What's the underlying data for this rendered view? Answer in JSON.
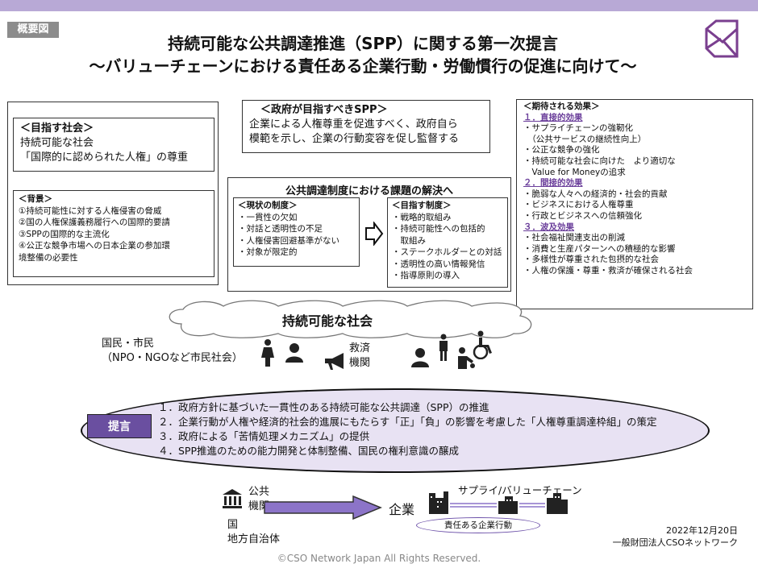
{
  "tag": "概要図",
  "title_line1": "持続可能な公共調達推進（SPP）に関する第一次提言",
  "title_line2": "〜バリューチェーンにおける責任ある企業行動・労働慣行の促進に向けて〜",
  "society": {
    "heading": "＜目指す社会＞",
    "line1": "持続可能な社会",
    "line2": "「国際的に認められた人権」の尊重"
  },
  "background": {
    "heading": "＜背景＞",
    "items": [
      "①持続可能性に対する人権侵害の脅威",
      "②国の人権保護義務履行への国際的要請",
      "③SPPの国際的な主流化",
      "④公正な競争市場への日本企業の参加環",
      "境整備の必要性"
    ]
  },
  "gov_spp": {
    "heading": "＜政府が目指すべきSPP＞",
    "line1": "企業による人権尊重を促進すべく、政府自ら",
    "line2": "模範を示し、企業の行動変容を促し監督する"
  },
  "issues": {
    "heading": "公共調達制度における課題の解決へ",
    "current_heading": "＜現状の制度＞",
    "current_items": [
      "・一貫性の欠如",
      "・対話と透明性の不足",
      "・人権侵害回避基準がない",
      "・対象が限定的"
    ],
    "target_heading": "＜目指す制度＞",
    "target_items": [
      "・戦略的取組み",
      "・持続可能性への包括的",
      "　取組み",
      "・ステークホルダーとの対話",
      "・透明性の高い情報発信",
      "・指導原則の導入"
    ]
  },
  "effects": {
    "heading": "＜期待される効果＞",
    "sections": [
      {
        "title": "１．直接的効果",
        "items": [
          "・サプライチェーンの強靭化",
          "　（公共サービスの継続性向上）",
          "・公正な競争の強化",
          "・持続可能な社会に向けた　より適切な",
          "　Value for Moneyの追求"
        ]
      },
      {
        "title": "２．間接的効果",
        "items": [
          "・脆弱な人々への経済的・社会的貢献",
          "・ビジネスにおける人権尊重",
          "・行政とビジネスへの信頼強化"
        ]
      },
      {
        "title": "３．波及効果",
        "items": [
          "・社会福祉関連支出の削減",
          "・消費と生産パターンへの積極的な影響",
          "・多様性が尊重された包摂的な社会",
          "・人権の保護・尊重・救済が確保される社会"
        ]
      }
    ]
  },
  "cloud_text": "持続可能な社会",
  "citizens_line1": "国民・市民",
  "citizens_line2": "（NPO・NGOなど市民社会）",
  "relief_line1": "救済",
  "relief_line2": "機関",
  "proposal_tag": "提言",
  "proposals": [
    "１．政府方針に基づいた一貫性のある持続可能な公共調達（SPP）の推進",
    "２．企業行動が人権や経済的社会的進展にもたらす「正」「負」の影響を考慮した「人権尊重調達枠組」の策定",
    "３．政府による「苦情処理メカニズム」の提供",
    "４．SPP推進のための能力開発と体制整備、国民の権利意識の醸成"
  ],
  "public_line1": "公共",
  "public_line2": "機関",
  "country": "国",
  "local_gov": "地方自治体",
  "company": "企業",
  "supply_chain": "サプライ/バリューチェーン",
  "responsible": "責任ある企業行動",
  "date": "2022年12月20日",
  "org": "一般財団法人CSOネットワーク",
  "copyright": "©CSO Network Japan All Rights Reserved."
}
